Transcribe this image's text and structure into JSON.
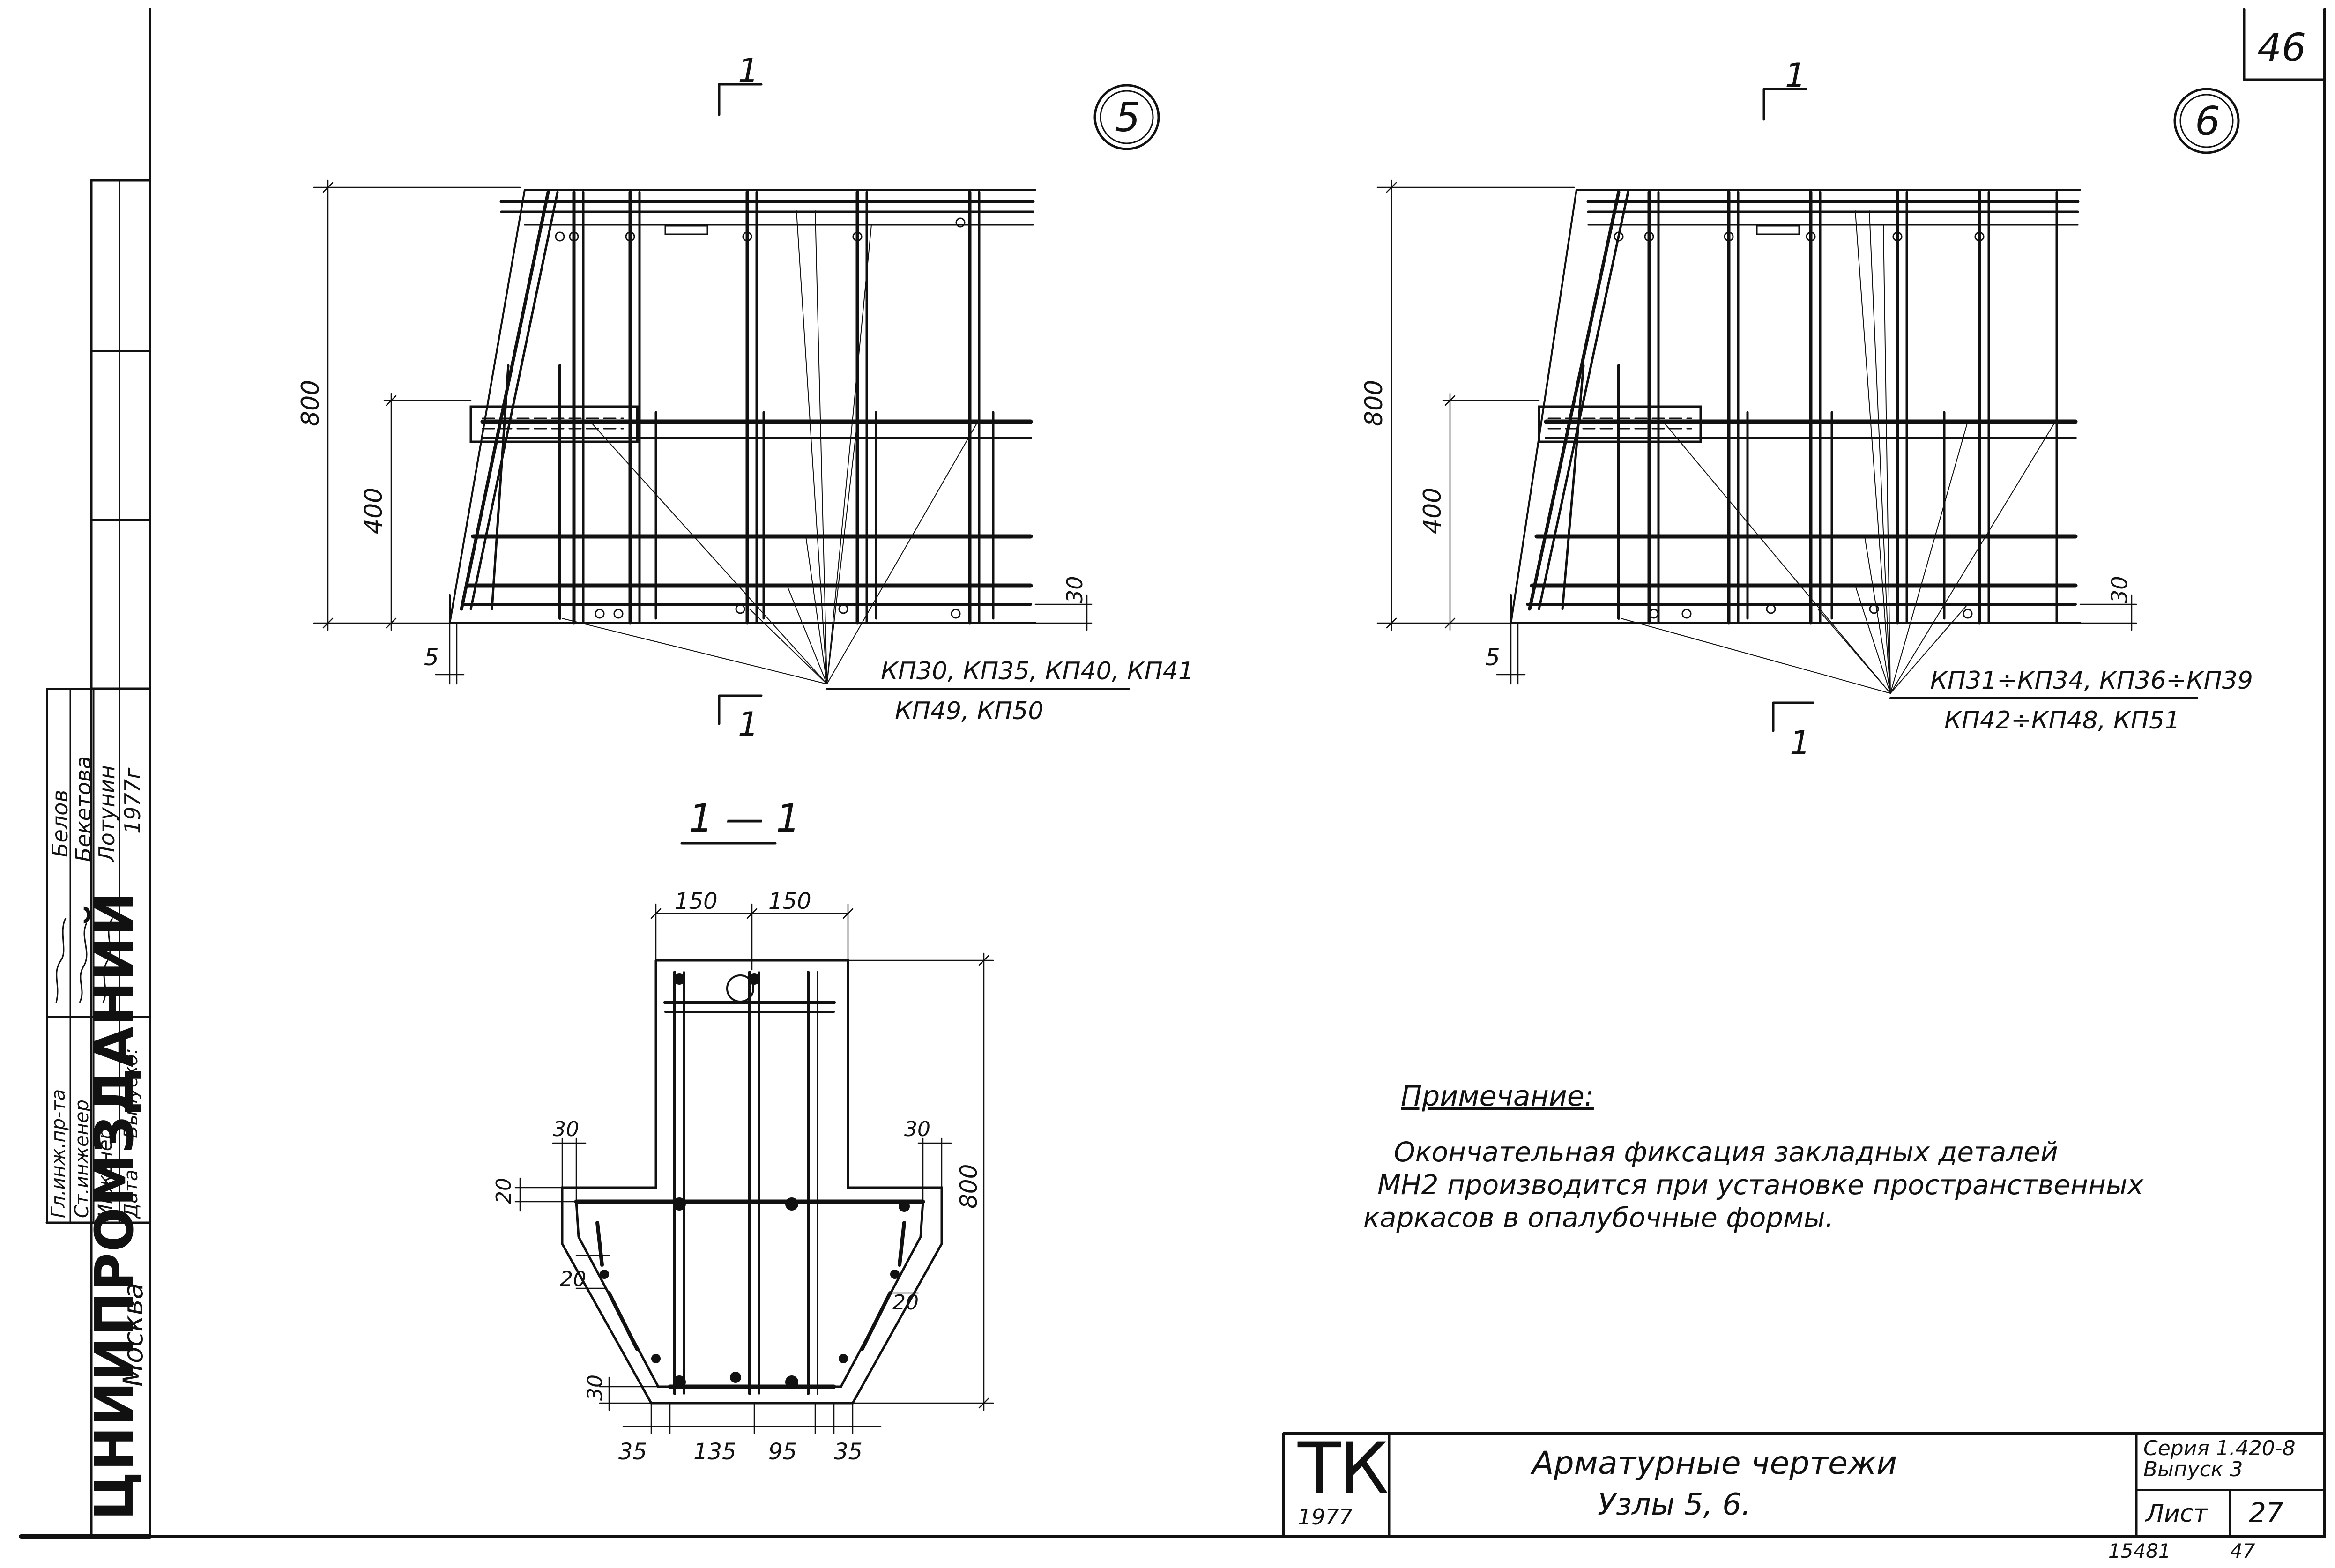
{
  "sheet_corner": {
    "number": "46"
  },
  "node5": {
    "marker": "5",
    "cut_top": "1",
    "cut_bottom": "1",
    "dim_800": "800",
    "dim_400": "400",
    "dim_30": "30",
    "dim_5": "5",
    "leader_line1": "КП30, КП35, КП40, КП41",
    "leader_line2": "КП49, КП50"
  },
  "node6": {
    "marker": "6",
    "cut_top": "1",
    "cut_bottom": "1",
    "dim_800": "800",
    "dim_400": "400",
    "dim_30": "30",
    "dim_5": "5",
    "leader_line1": "КП31÷КП34, КП36÷КП39",
    "leader_line2": "КП42÷КП48, КП51"
  },
  "section": {
    "title": "1 — 1",
    "dim_top_left": "150",
    "dim_top_right": "150",
    "dim_left_30": "30",
    "dim_right_30": "30",
    "dim_left_20a": "20",
    "dim_left_20b": "20",
    "dim_right_20": "20",
    "dim_bottom_30": "30",
    "dim_800": "800",
    "dim_b1": "35",
    "dim_b2": "135",
    "dim_b3": "95",
    "dim_b4": "35"
  },
  "note": {
    "heading": "Примечание:",
    "line1": "Окончательная фиксация закладных деталей",
    "line2": "МН2 производится при установке пространственных",
    "line3": "каркасов в опалубочные формы."
  },
  "side_stamp": {
    "org_name": "ЦНИИПРОМЗДАНИЙ",
    "city": "Москва",
    "roles": [
      "Гл.инж.пр-та",
      "Ст.инженер",
      "Инженер",
      "Дата"
    ],
    "names": [
      "Белов",
      "Бекетова",
      "Лотунин",
      "1977г"
    ],
    "release_label": "Выпуско:"
  },
  "title_block": {
    "logo_letters": "ТК",
    "logo_year": "1977",
    "title_line1": "Арматурные чертежи",
    "title_line2": "Узлы 5, 6.",
    "series_line1": "Серия 1.420-8",
    "series_line2": "Выпуск 3",
    "sheet_label": "Лист",
    "sheet_number": "27"
  },
  "footer": {
    "code": "15481",
    "number": "47"
  }
}
